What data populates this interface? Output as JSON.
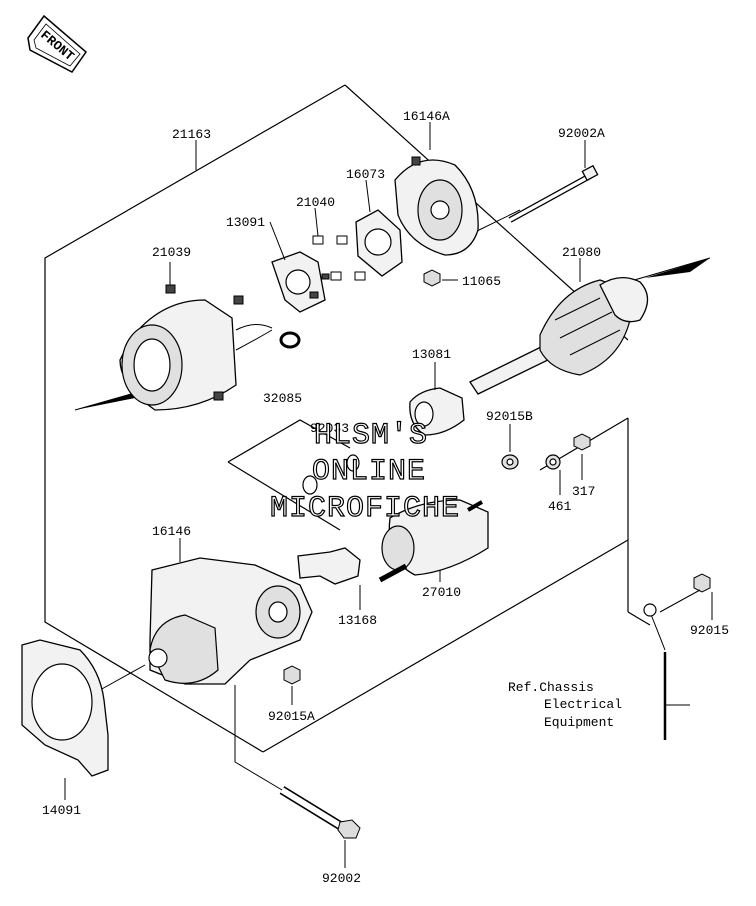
{
  "front_badge": "FRONT",
  "parts": [
    {
      "id": "p21163",
      "number": "21163"
    },
    {
      "id": "p16146A",
      "number": "16146A"
    },
    {
      "id": "p92002A",
      "number": "92002A"
    },
    {
      "id": "p21040",
      "number": "21040"
    },
    {
      "id": "p16073",
      "number": "16073"
    },
    {
      "id": "p13091",
      "number": "13091"
    },
    {
      "id": "p21039",
      "number": "21039"
    },
    {
      "id": "p21080",
      "number": "21080"
    },
    {
      "id": "p11065",
      "number": "11065"
    },
    {
      "id": "p13081",
      "number": "13081"
    },
    {
      "id": "p32085",
      "number": "32085"
    },
    {
      "id": "p92033",
      "number": "92033"
    },
    {
      "id": "p92015B",
      "number": "92015B"
    },
    {
      "id": "p461",
      "number": "461"
    },
    {
      "id": "p317",
      "number": "317"
    },
    {
      "id": "p16146",
      "number": "16146"
    },
    {
      "id": "p27010",
      "number": "27010"
    },
    {
      "id": "p13168",
      "number": "13168"
    },
    {
      "id": "p92015",
      "number": "92015"
    },
    {
      "id": "p92015A",
      "number": "92015A"
    },
    {
      "id": "p14091",
      "number": "14091"
    },
    {
      "id": "p92002",
      "number": "92002"
    }
  ],
  "reference_note": {
    "line1": "Ref.Chassis",
    "line2": "Electrical",
    "line3": "Equipment"
  },
  "watermark": {
    "line1": "HLSM'S",
    "line2": "ONLINE",
    "line3": "MICROFICHE"
  }
}
